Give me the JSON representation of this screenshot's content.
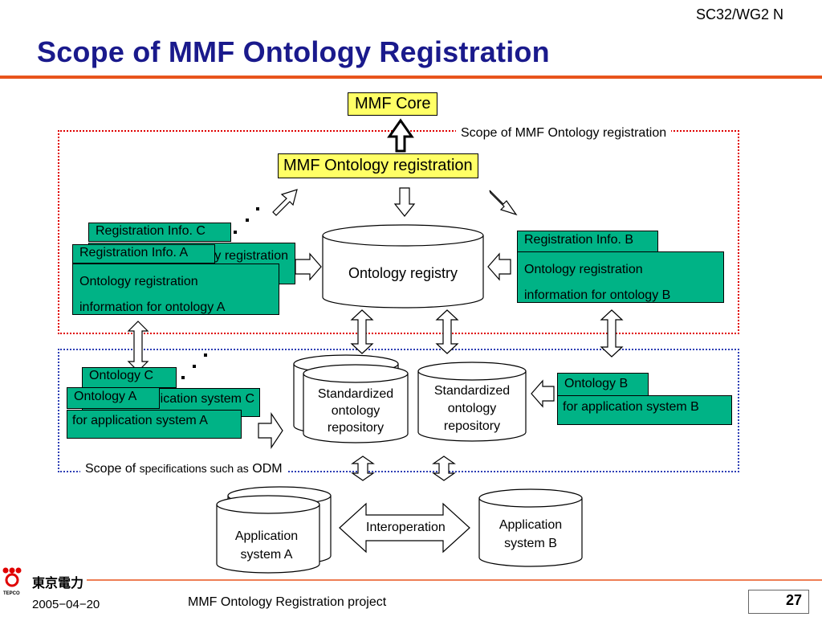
{
  "header": {
    "doc_id": "SC32/WG2 N",
    "title": "Scope of MMF Ontology Registration"
  },
  "diagram": {
    "mmf_core": "MMF Core",
    "scope_registration": "Scope of MMF Ontology registration",
    "mmf_registration": "MMF Ontology registration",
    "ontology_registry": "Ontology registry",
    "reg_info_c_tab": "Registration Info. C",
    "reg_info_c_body": "Ontology registration",
    "reg_info_a_tab": "Registration Info. A",
    "reg_info_a_line1": "Ontology registration",
    "reg_info_a_line2": "information for ontology A",
    "reg_info_b_tab": "Registration Info. B",
    "reg_info_b_line1": "Ontology registration",
    "reg_info_b_line2": "information for ontology B",
    "ontology_c_tab": "Ontology C",
    "ontology_c_body": "for application system C",
    "ontology_a_tab": "Ontology A",
    "ontology_a_body": "for application system A",
    "ontology_b_tab": "Ontology B",
    "ontology_b_body": "for application system B",
    "std_repo_left": "Standardized ontology repository",
    "std_repo_right": "Standardized ontology repository",
    "scope_spec_prefix": "Scope of",
    "scope_spec_small": "specifications such as",
    "scope_spec_suffix": "ODM",
    "app_system_a": "Application system A",
    "interoperation": "Interoperation",
    "app_system_b": "Application system B"
  },
  "footer": {
    "logo_text": "東京電力",
    "logo_caption": "TEPCO",
    "date": "2005−04−20",
    "project": "MMF Ontology Registration project",
    "page": "27"
  },
  "colors": {
    "title": "#1a1a8c",
    "accent_rule": "#e8541c",
    "registration_scope_border": "#e00000",
    "specification_scope_border": "#2e3fb5",
    "highlight_yellow": "#ffff66",
    "info_green": "#00b386"
  }
}
